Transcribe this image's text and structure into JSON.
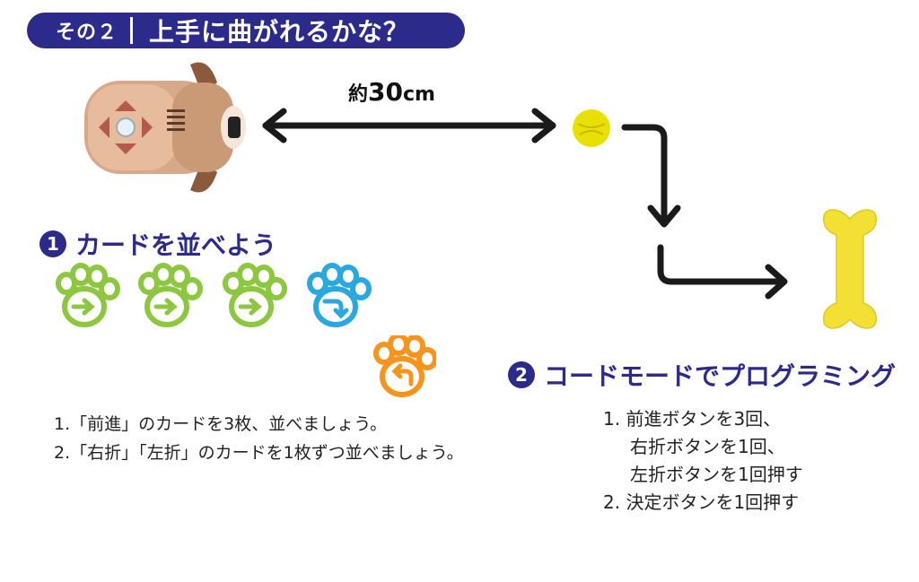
{
  "header": {
    "label": "その２",
    "title": "上手に曲がれるかな？"
  },
  "distance": {
    "prefix": "約",
    "value": "30",
    "unit": "cm"
  },
  "section1": {
    "number": "1",
    "heading": "カードを並べよう",
    "instructions": [
      "1.「前進」のカードを3枚、並べましょう。",
      "2.「右折」「左折」のカードを1枚ずつ並べましょう。"
    ]
  },
  "section2": {
    "number": "2",
    "heading": "コードモードでプログラミング",
    "steps": [
      "1. 前進ボタンを3回、",
      "右折ボタンを1回、",
      "左折ボタンを1回押す",
      "2. 決定ボタンを1回押す"
    ]
  },
  "colors": {
    "header_bg": "#2c2a8a",
    "heading_text": "#2c2a8a",
    "card_green": "#8dc63f",
    "card_blue": "#29a8e0",
    "card_orange": "#f7941d",
    "ball": "#e8e000",
    "bone": "#f2e035",
    "arrow": "#1a1a1a"
  },
  "icons": {
    "robot": "robot-dog-icon",
    "ball": "ball-icon",
    "bone": "bone-icon",
    "forward_card": "paw-forward-card-icon",
    "right_card": "paw-right-turn-card-icon",
    "left_card": "paw-left-turn-card-icon"
  }
}
